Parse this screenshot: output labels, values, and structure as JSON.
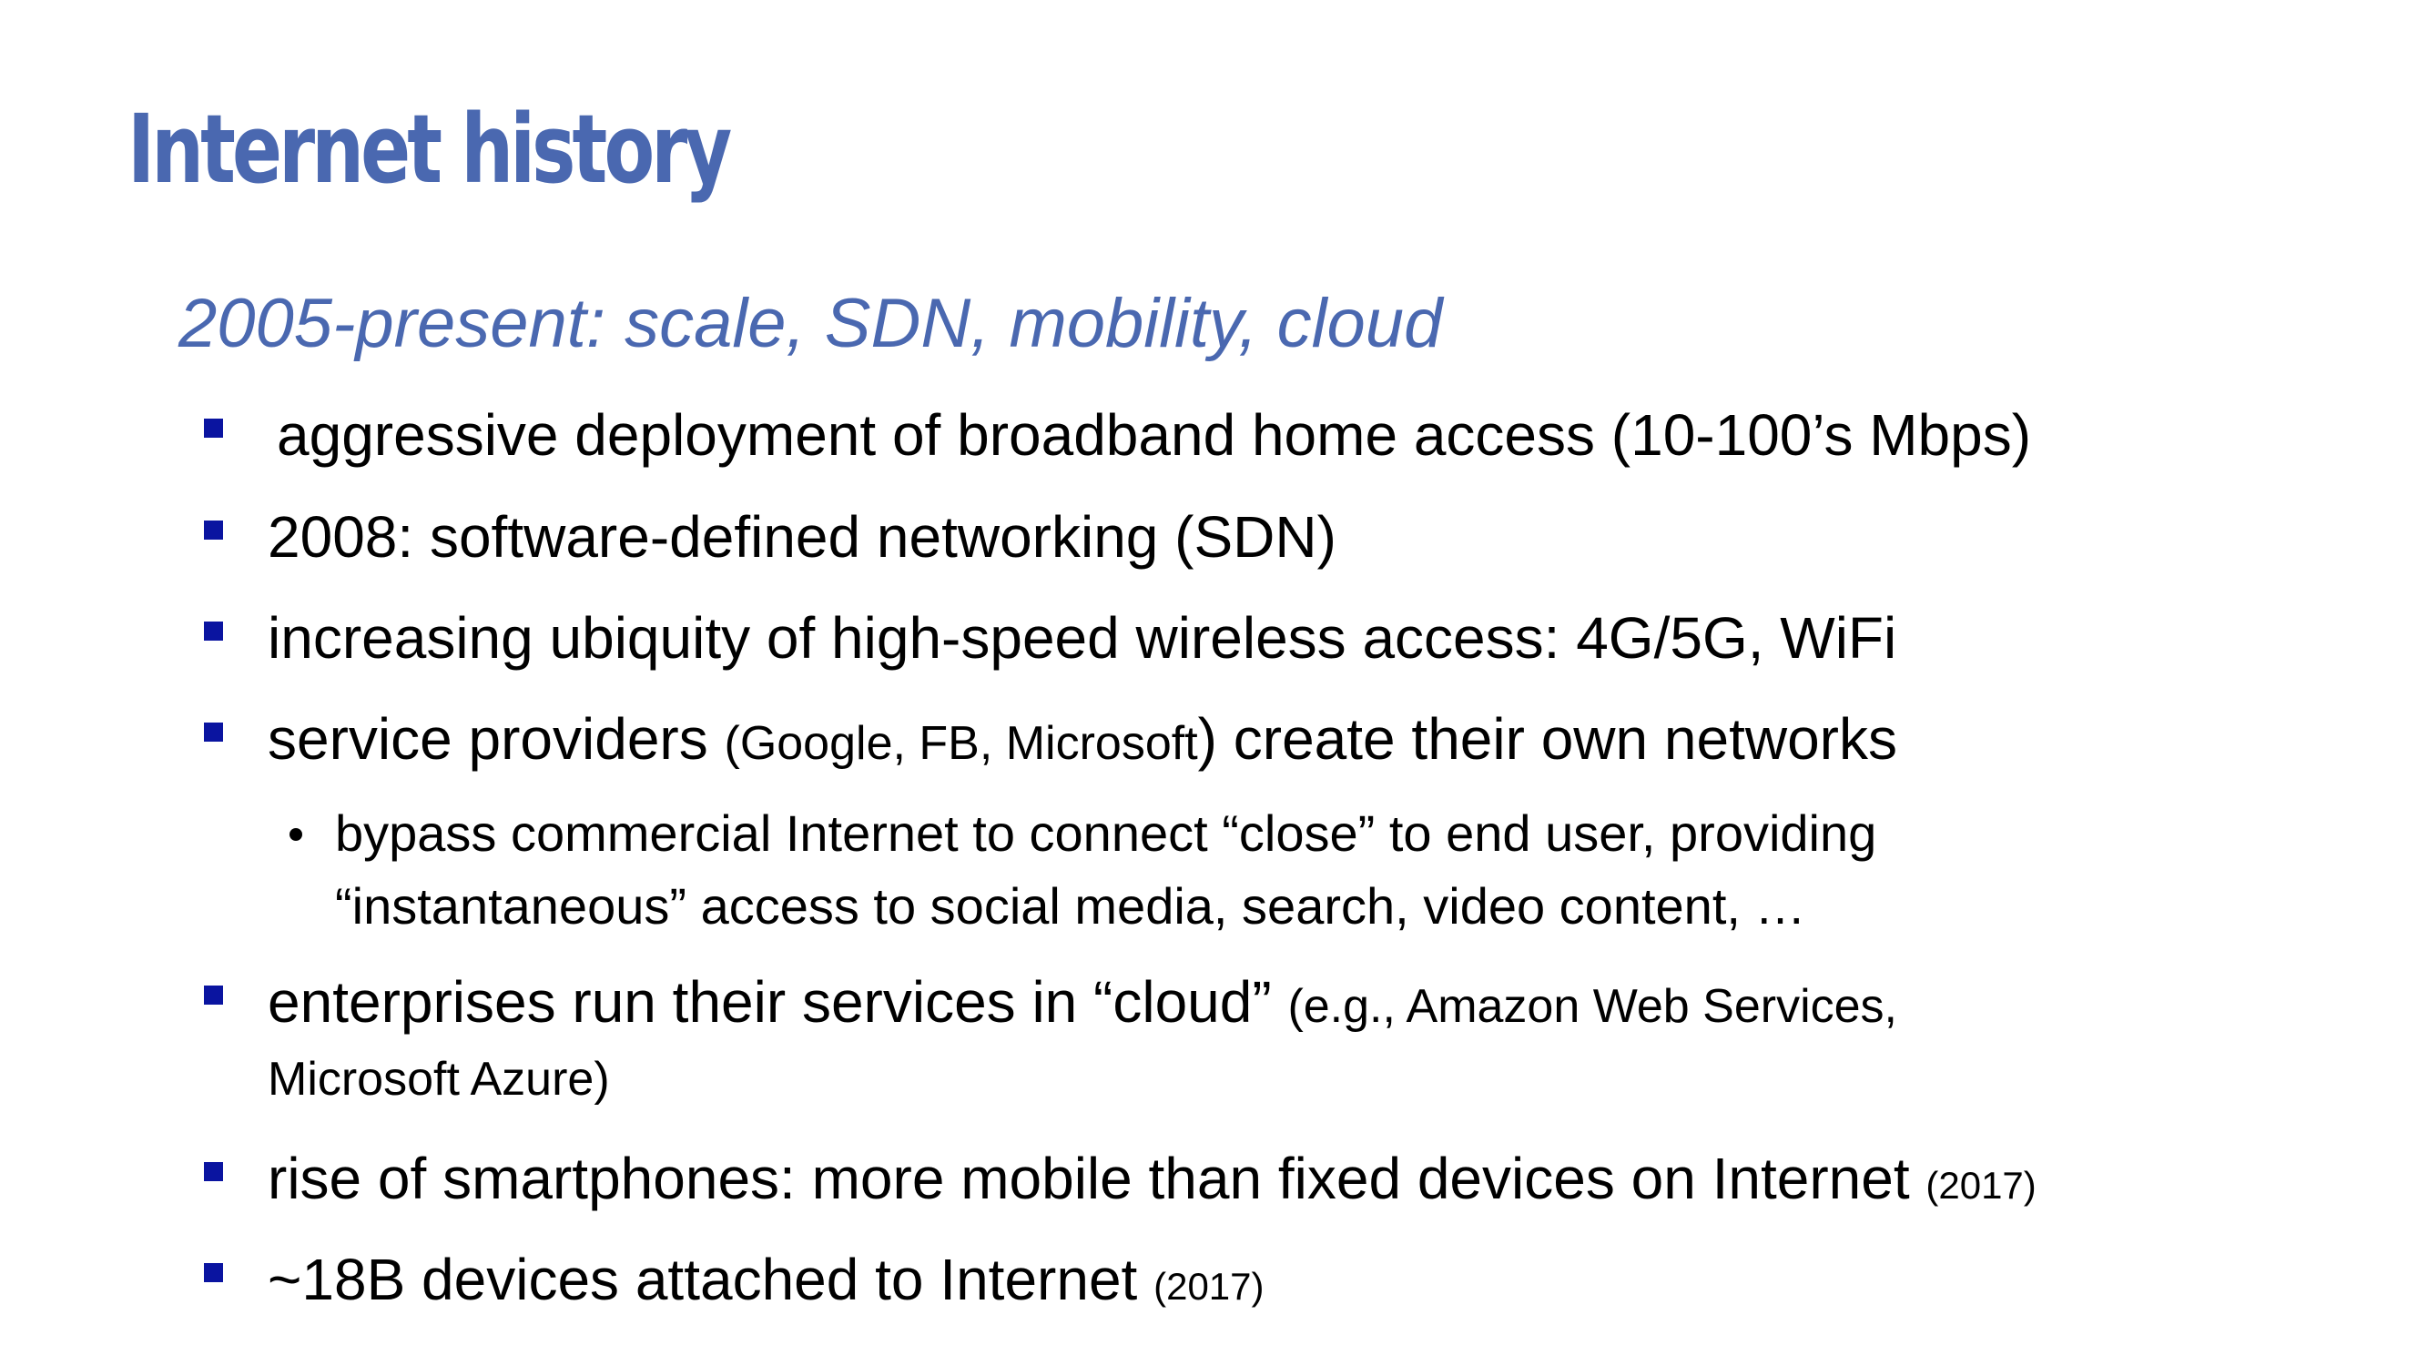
{
  "slide": {
    "title": "Internet history",
    "subtitle": "2005-present: scale, SDN, mobility, cloud",
    "accent_color": "#4a68b0",
    "bullet_color": "#0a14a0",
    "bullets": [
      {
        "text": "aggressive deployment of broadband home access (10-100’s Mbps)"
      },
      {
        "text": "2008: software-defined networking (SDN)"
      },
      {
        "text": "increasing ubiquity of high-speed wireless access: 4G/5G, WiFi"
      },
      {
        "text_before": "service providers ",
        "text_small": "(Google, FB, Microsoft",
        "text_after": ") create their own networks",
        "sub_bullet": {
          "line1": "bypass commercial Internet to connect “close” to end user, providing",
          "line2": "“instantaneous” access to social media, search, video content, …"
        }
      },
      {
        "text_main": "enterprises run their services in “cloud” ",
        "text_small": "(e.g., Amazon Web Services,",
        "text_line2": "Microsoft Azure)"
      },
      {
        "text_main": "rise of smartphones: more mobile than fixed devices on Internet ",
        "text_small": "(2017)"
      },
      {
        "text_main": "~18B devices attached to Internet ",
        "text_small": "(2017)"
      }
    ]
  }
}
